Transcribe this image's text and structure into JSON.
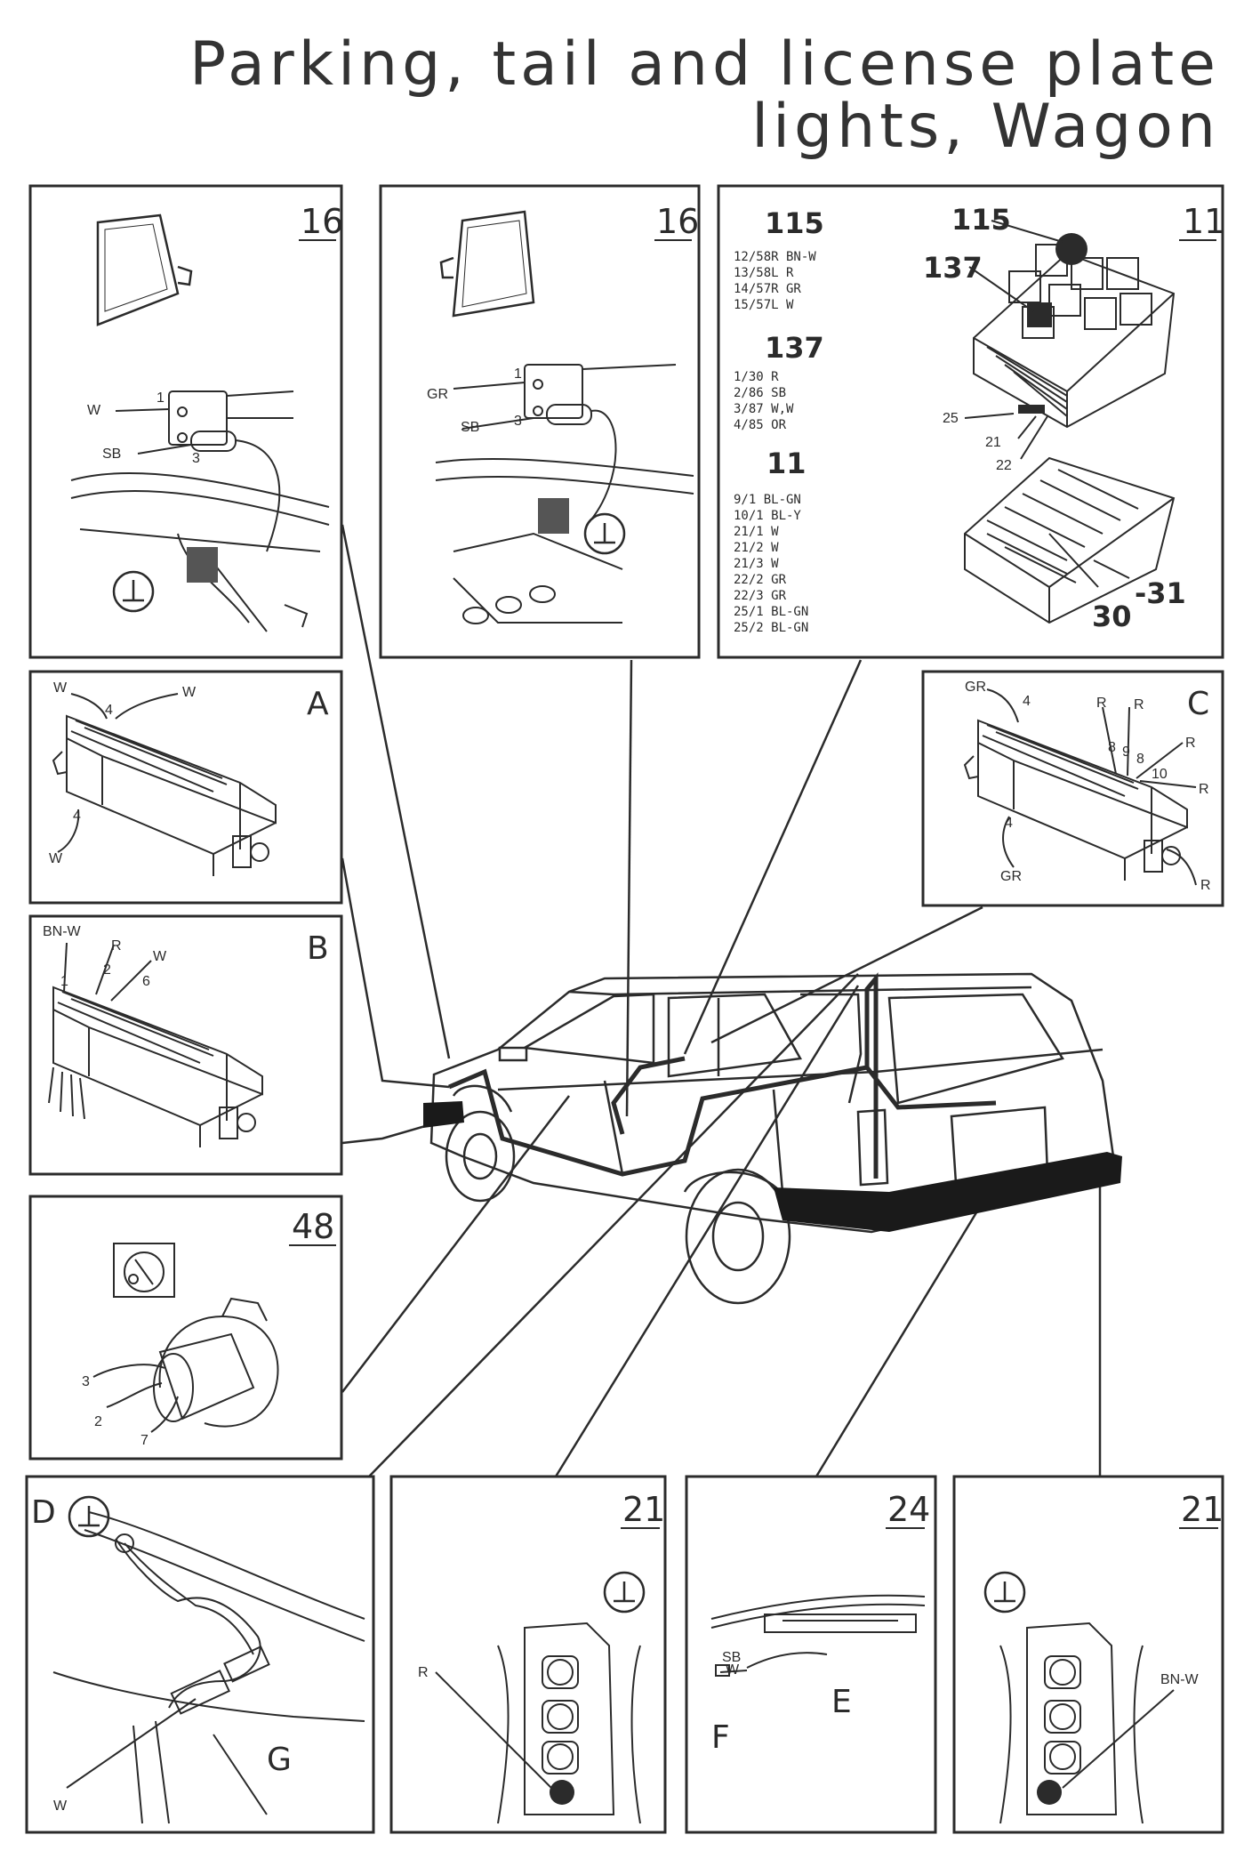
{
  "title": {
    "line1": "Parking, tail and license plate",
    "line2": "lights, Wagon"
  },
  "panel_front_left": {
    "number": "16",
    "wire_labels": [
      "W",
      "SB"
    ],
    "pins": [
      "1",
      "3"
    ]
  },
  "panel_front_right": {
    "number": "16",
    "wire_labels": [
      "GR",
      "SB"
    ],
    "pins": [
      "1",
      "3"
    ]
  },
  "panel_fuse": {
    "number": "11",
    "callouts": [
      "115",
      "137",
      "25",
      "21",
      "22",
      "30",
      "-31"
    ],
    "groups": [
      {
        "heading": "115",
        "rows": [
          "12/58R BN-W",
          "13/58L R",
          "14/57R GR",
          "15/57L W"
        ]
      },
      {
        "heading": "137",
        "rows": [
          "1/30 R",
          "2/86 SB",
          "3/87 W,W",
          "4/85 OR"
        ]
      },
      {
        "heading": "11",
        "rows": [
          "9/1 BL-GN",
          "10/1 BL-Y",
          "21/1 W",
          "21/2 W",
          "21/3 W",
          "22/2 GR",
          "22/3 GR",
          "25/1 BL-GN",
          "25/2 BL-GN"
        ]
      }
    ]
  },
  "panel_a": {
    "letter": "A",
    "labels": [
      "W",
      "W",
      "W"
    ],
    "pins": [
      "4",
      "4"
    ]
  },
  "panel_b": {
    "letter": "B",
    "labels": [
      "BN-W",
      "R",
      "W"
    ],
    "pins": [
      "1",
      "2",
      "6"
    ]
  },
  "panel_c": {
    "letter": "C",
    "labels": [
      "GR",
      "R",
      "R",
      "R",
      "R",
      "GR",
      "R"
    ],
    "pins": [
      "4",
      "8",
      "9",
      "8",
      "10",
      "4"
    ]
  },
  "panel_48": {
    "number": "48",
    "pins": [
      "3",
      "2",
      "7"
    ]
  },
  "panel_d": {
    "letters": [
      "D",
      "G"
    ],
    "labels": [
      "W"
    ]
  },
  "panel_rl": {
    "number": "21",
    "labels": [
      "R"
    ]
  },
  "panel_24": {
    "number": "24",
    "letters": [
      "F",
      "E"
    ],
    "labels": [
      "SB",
      "W"
    ]
  },
  "panel_rr": {
    "number": "21",
    "labels": [
      "BN-W"
    ]
  },
  "colors": {
    "ink": "#2b2b2b",
    "paper": "#ffffff"
  }
}
